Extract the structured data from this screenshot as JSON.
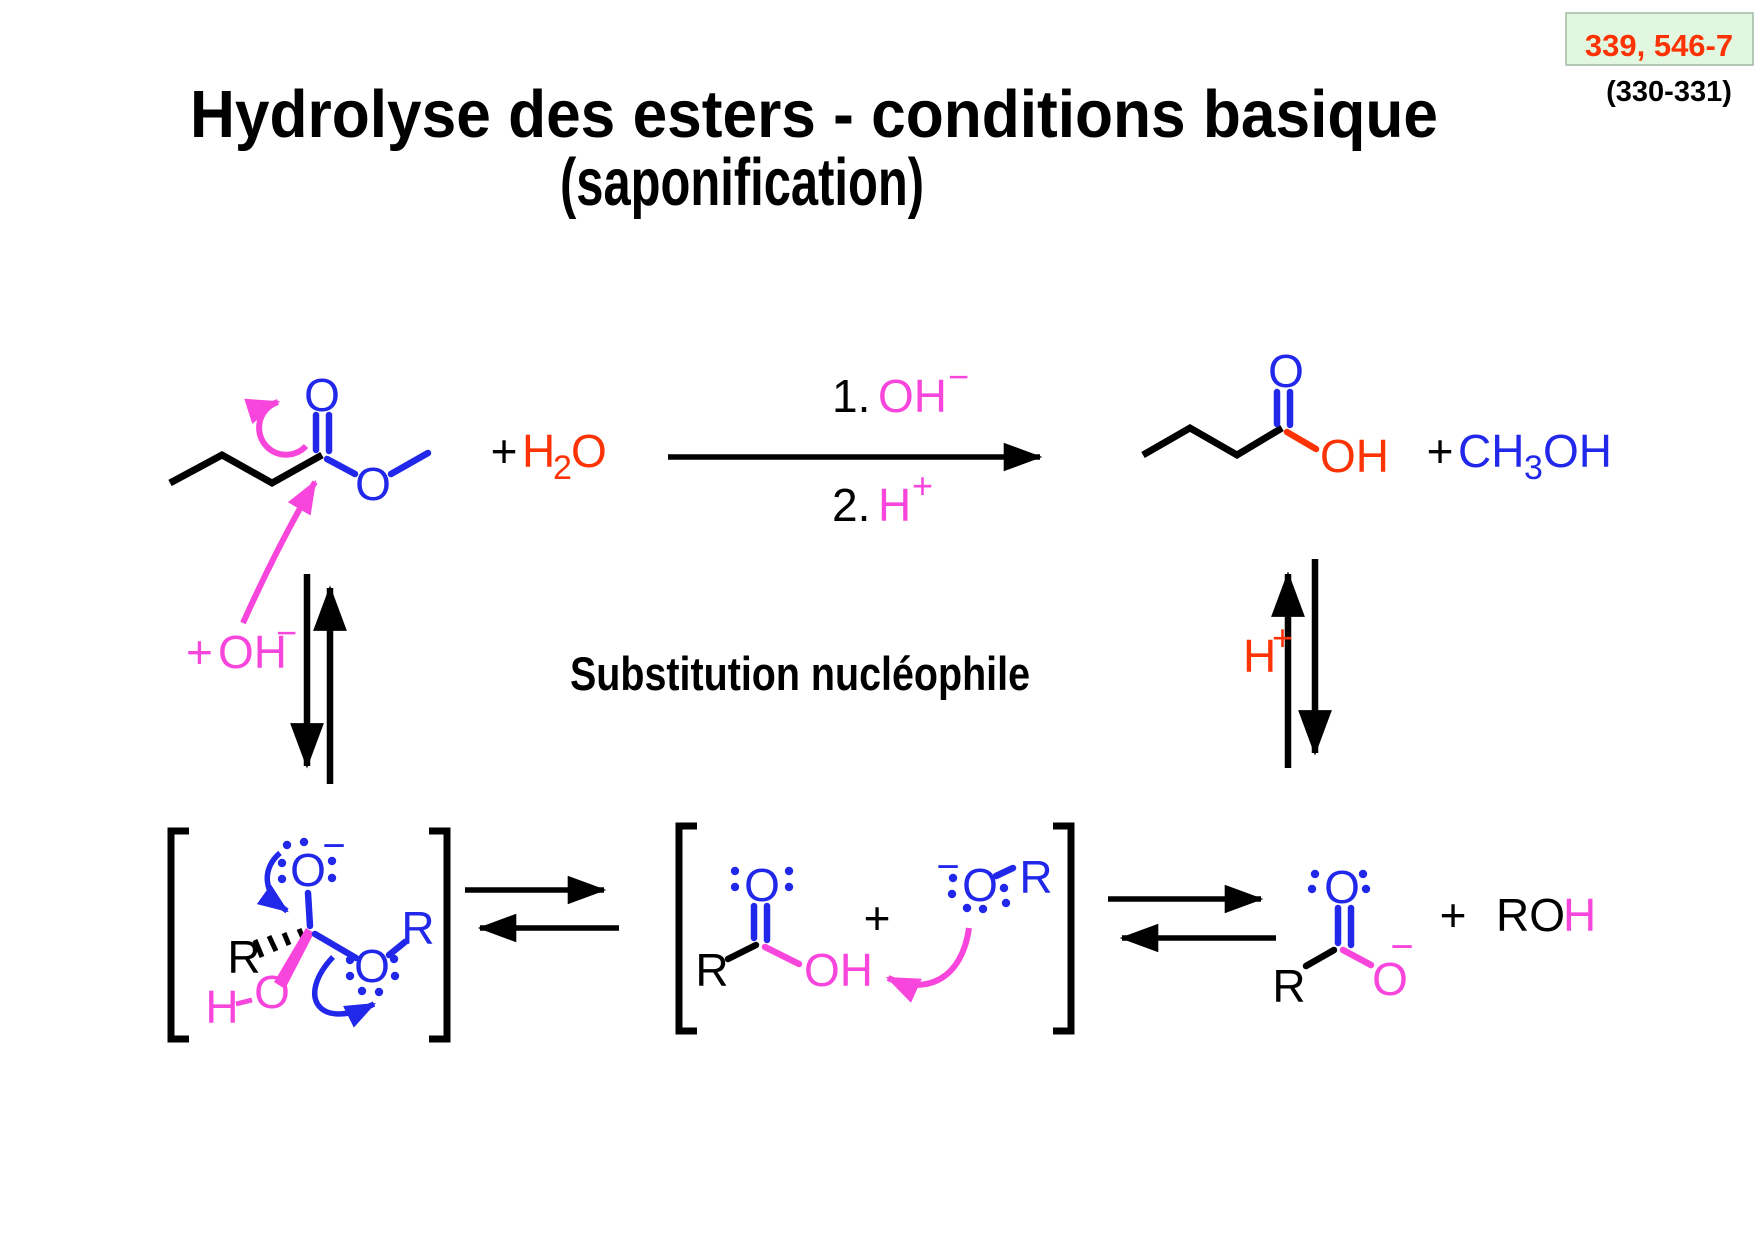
{
  "colors": {
    "structure_blue": "#2228ea",
    "mechanism_magenta": "#f846dc",
    "highlight_red": "#fd3205",
    "ink_black": "#000000",
    "ref_box_bg": "#e2f7e0",
    "ref_box_border": "#a2b8a2"
  },
  "ref_box": {
    "numbers": "339, 546-7",
    "pages": "(330-331)"
  },
  "title": {
    "line1": "Hydrolyse des esters - conditions basique",
    "line2": "(saponification)"
  },
  "top": {
    "ester_carbonyl_o": "O",
    "ester_o": "O",
    "plus_water": "+",
    "water_h": "H",
    "water_sub": "2",
    "water_o": "O",
    "cond1_num": "1.",
    "cond1_reagent": "OH",
    "cond1_charge": "−",
    "cond2_num": "2.",
    "cond2_reagent": "H",
    "cond2_charge": "+",
    "acid_carbonyl_o": "O",
    "acid_oh": "OH",
    "plus_methanol": "+",
    "methanol_ch": "CH",
    "methanol_sub": "3",
    "methanol_oh": "OH"
  },
  "left_cycle": {
    "plus": "+",
    "hydroxide": "OH",
    "charge": "−"
  },
  "right_cycle": {
    "acid_h": "H",
    "charge": "+"
  },
  "center_label": "Substitution nucléophile",
  "intermediate": {
    "alkoxide_o": "O",
    "alkoxide_charge": "−",
    "r_left": "R",
    "hydroxyl_h": "H",
    "hydroxyl_o": "O",
    "ester_o": "O",
    "r_right": "R"
  },
  "collapse": {
    "r": "R",
    "carbonyl_o": "O",
    "acid_oh": "OH",
    "plus": "+",
    "alkoxide_charge": "−",
    "alkoxide_o": "O",
    "alkoxide_r": "R"
  },
  "products": {
    "r": "R",
    "carbonyl_o": "O",
    "carboxylate_o": "O",
    "carboxylate_charge": "−",
    "plus": "+",
    "alcohol_ro": "RO",
    "alcohol_h": "H"
  }
}
